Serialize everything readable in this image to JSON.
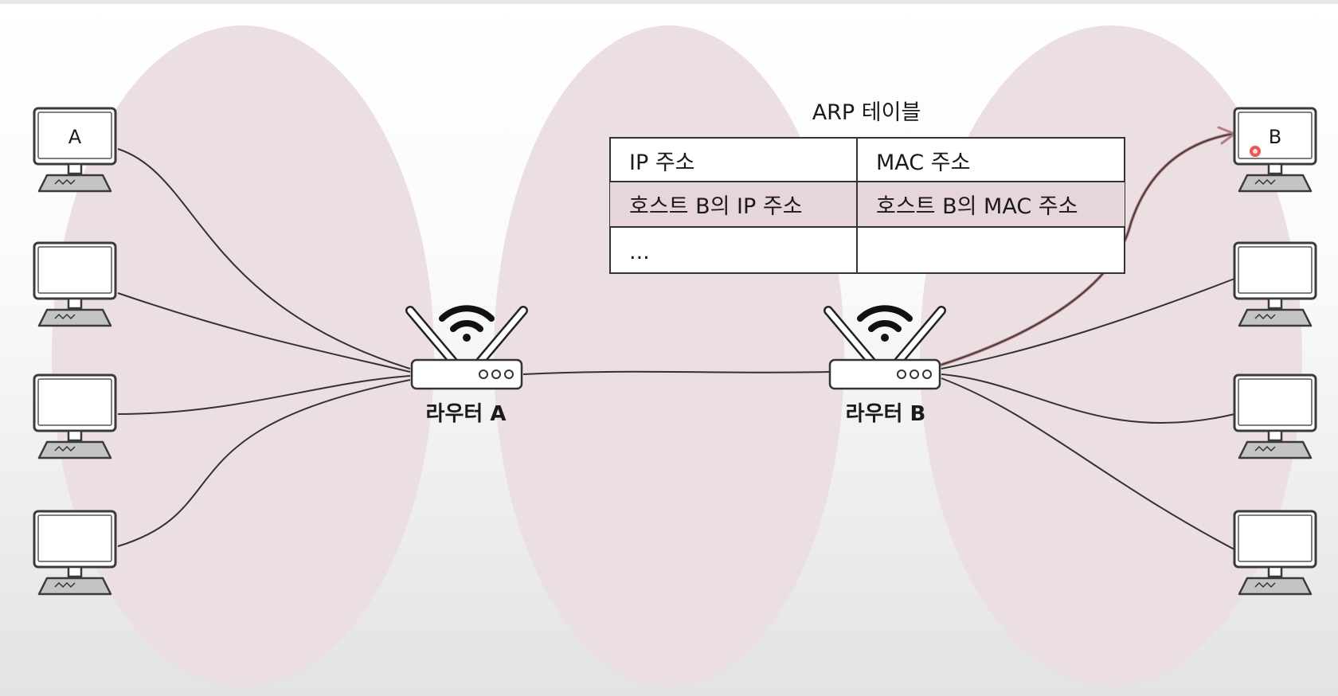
{
  "colors": {
    "network_blob": "#ecdfe1",
    "highlight_row": "#e6d5d9",
    "wire": "#333333",
    "path_highlight": "#b27d88",
    "cursor_dot": "#e63b3b"
  },
  "hosts": {
    "left": [
      "A",
      "",
      "",
      ""
    ],
    "right": [
      "B",
      "",
      "",
      ""
    ]
  },
  "routers": {
    "a_label": "라우터 A",
    "b_label": "라우터 B"
  },
  "arp_table": {
    "title": "ARP 테이블",
    "headers": [
      "IP 주소",
      "MAC 주소"
    ],
    "rows": [
      [
        "호스트 B의 IP 주소",
        "호스트 B의 MAC 주소"
      ],
      [
        "...",
        ""
      ]
    ]
  }
}
